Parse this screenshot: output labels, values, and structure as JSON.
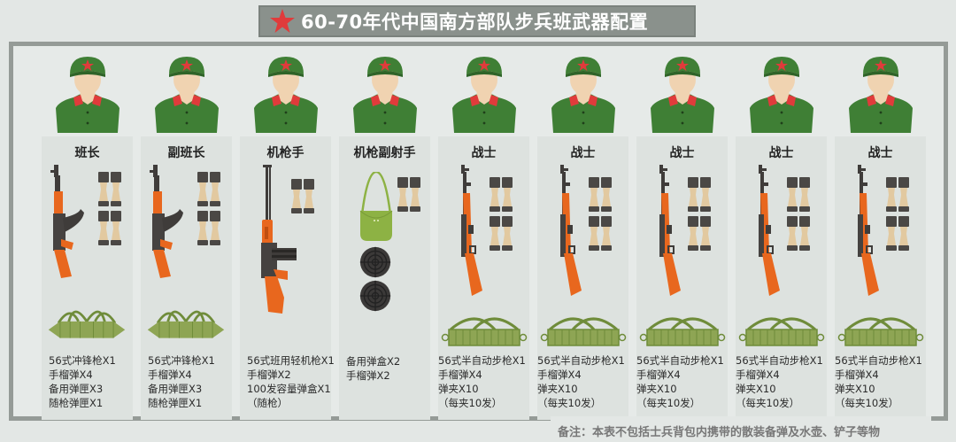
{
  "title": {
    "icon": "red-star-icon",
    "text": "60-70年代中国南方部队步兵班武器配置",
    "star_color": "#e03b3b",
    "bg_color": "#8a918c"
  },
  "colors": {
    "uniform_green": "#3f7f35",
    "collar_red": "#e03b3b",
    "skin": "#f0d3b1",
    "wood_orange": "#e8671e",
    "metal_dark": "#4a4a4a",
    "canvas_green": "#8ea554",
    "bag_green": "#8db244"
  },
  "columns": [
    {
      "role": "班长",
      "weapon": "type56-assault-rifle",
      "grenades": 4,
      "gear": "ammo-pouch-chest-rig",
      "items": [
        "56式冲锋枪X1",
        "手榴弹X4",
        "备用弹匣X3",
        "随枪弹匣X1"
      ]
    },
    {
      "role": "副班长",
      "weapon": "type56-assault-rifle",
      "grenades": 4,
      "gear": "ammo-pouch-chest-rig",
      "items": [
        "56式冲锋枪X1",
        "手榴弹X4",
        "备用弹匣X3",
        "随枪弹匣X1"
      ]
    },
    {
      "role": "机枪手",
      "weapon": "type56-light-machine-gun",
      "grenades": 2,
      "gear": "",
      "items": [
        "56式班用轻机枪X1",
        "手榴弹X2",
        "100发容量弹盒X1",
        "（随枪）"
      ]
    },
    {
      "role": "机枪副射手",
      "weapon": "",
      "grenades": 2,
      "gear": "shoulder-bag-and-drum-magazines",
      "items": [
        "备用弹盒X2",
        "手榴弹X2"
      ]
    },
    {
      "role": "战士",
      "weapon": "type56-semi-auto-rifle",
      "grenades": 4,
      "gear": "stripper-clip-bandolier",
      "items": [
        "56式半自动步枪X1",
        "手榴弹X4",
        "弹夹X10",
        "（每夹10发）"
      ]
    },
    {
      "role": "战士",
      "weapon": "type56-semi-auto-rifle",
      "grenades": 4,
      "gear": "stripper-clip-bandolier",
      "items": [
        "56式半自动步枪X1",
        "手榴弹X4",
        "弹夹X10",
        "（每夹10发）"
      ]
    },
    {
      "role": "战士",
      "weapon": "type56-semi-auto-rifle",
      "grenades": 4,
      "gear": "stripper-clip-bandolier",
      "items": [
        "56式半自动步枪X1",
        "手榴弹X4",
        "弹夹X10",
        "（每夹10发）"
      ]
    },
    {
      "role": "战士",
      "weapon": "type56-semi-auto-rifle",
      "grenades": 4,
      "gear": "stripper-clip-bandolier",
      "items": [
        "56式半自动步枪X1",
        "手榴弹X4",
        "弹夹X10",
        "（每夹10发）"
      ]
    },
    {
      "role": "战士",
      "weapon": "type56-semi-auto-rifle",
      "grenades": 4,
      "gear": "stripper-clip-bandolier",
      "items": [
        "56式半自动步枪X1",
        "手榴弹X4",
        "弹夹X10",
        "（每夹10发）"
      ]
    }
  ],
  "note": "备注：本表不包括士兵背包内携带的散装备弹及水壶、铲子等物"
}
